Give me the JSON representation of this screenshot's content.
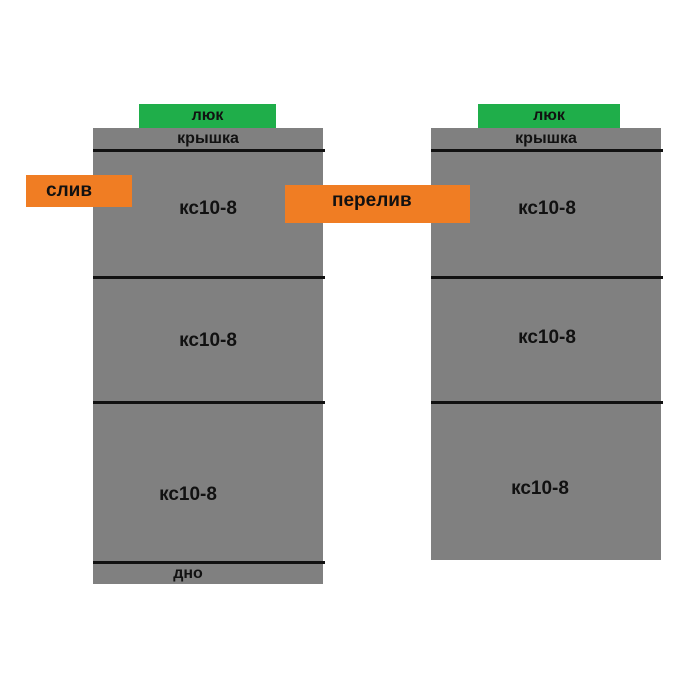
{
  "colors": {
    "ring": "#808080",
    "separator": "#111111",
    "hatch": "#1fae4a",
    "pipe": "#f07d23",
    "text": "#111111"
  },
  "left_well": {
    "hatch_label": "люк",
    "lid_label": "крышка",
    "rings": [
      "кс10-8",
      "кс10-8",
      "кс10-8"
    ],
    "bottom_label": "дно"
  },
  "right_well": {
    "hatch_label": "люк",
    "lid_label": "крышка",
    "rings": [
      "кс10-8",
      "кс10-8",
      "кс10-8"
    ]
  },
  "pipes": {
    "drain_label": "слив",
    "overflow_label": "перелив"
  }
}
